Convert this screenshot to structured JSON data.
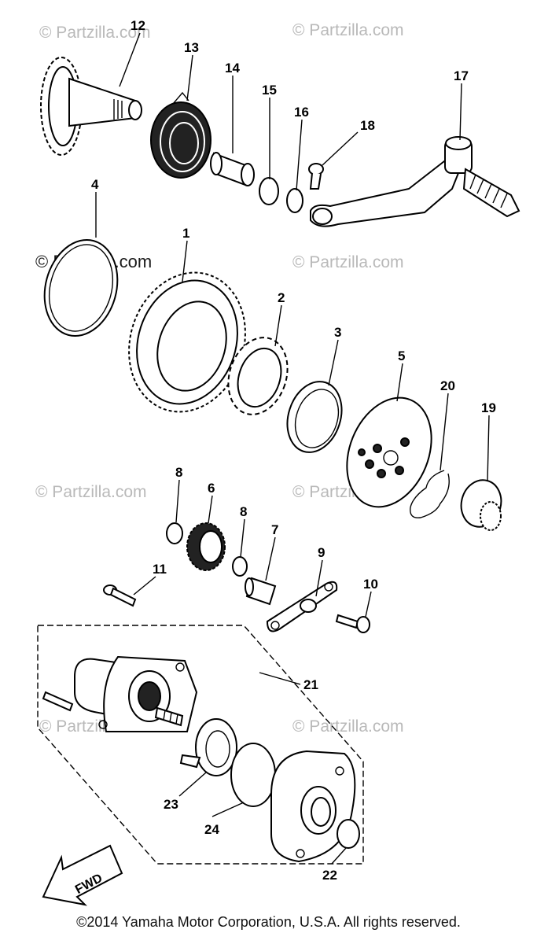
{
  "watermark": "© Partzilla.com",
  "fwd_label": "FWD",
  "copyright": "©2014 Yamaha Motor Corporation, U.S.A. All rights reserved.",
  "callouts": {
    "c1": "1",
    "c2": "2",
    "c3": "3",
    "c4": "4",
    "c5": "5",
    "c6": "6",
    "c7": "7",
    "c8a": "8",
    "c8b": "8",
    "c9": "9",
    "c10": "10",
    "c11": "11",
    "c12": "12",
    "c13": "13",
    "c14": "14",
    "c15": "15",
    "c16": "16",
    "c17": "17",
    "c18": "18",
    "c19": "19",
    "c20": "20",
    "c21": "21",
    "c22": "22",
    "c23": "23",
    "c24": "24"
  }
}
